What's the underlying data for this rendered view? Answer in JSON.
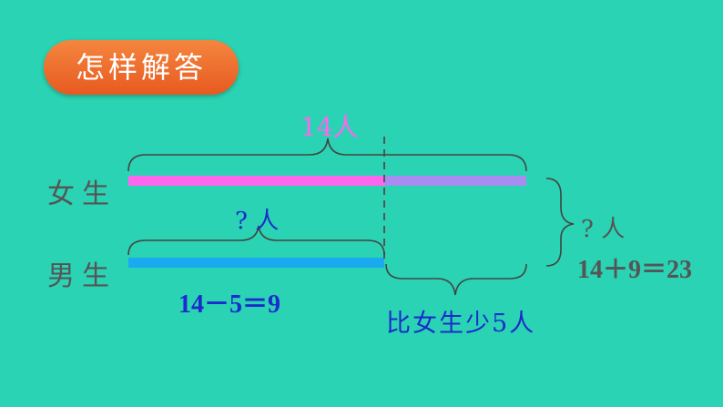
{
  "title": "怎样解答",
  "labels": {
    "total_girls": "14人",
    "girls": "女生",
    "boys": "男生",
    "boys_unknown": "? 人",
    "sum_unknown": "? 人",
    "boys_eq": "14－5＝9",
    "diff": "比女生少5人",
    "sum_eq": "14＋9＝23"
  },
  "colors": {
    "background": "#2ad3b3",
    "girls_bar_left": "#ff66ee",
    "girls_bar_right": "#a98cf2",
    "boys_bar": "#1aaaf0",
    "pink_text": "#ff66ee",
    "blue_text": "#1a2ccc",
    "gray_text": "#555555"
  }
}
